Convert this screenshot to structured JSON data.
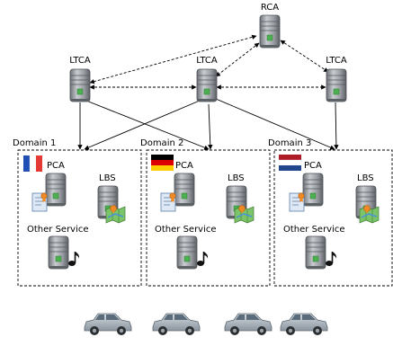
{
  "nodes": {
    "rca": "RCA",
    "ltca_left": "LTCA",
    "ltca_center": "LTCA",
    "ltca_right": "LTCA"
  },
  "domains": [
    {
      "title": "Domain 1",
      "flag": "France",
      "pca": "PCA",
      "lbs": "LBS",
      "other": "Other Service"
    },
    {
      "title": "Domain 2",
      "flag": "Germany",
      "pca": "PCA",
      "lbs": "LBS",
      "other": "Other Service"
    },
    {
      "title": "Domain 3",
      "flag": "Netherlands",
      "pca": "PCA",
      "lbs": "LBS",
      "other": "Other Service"
    }
  ],
  "colors": {
    "server_body": "#9a9ea4",
    "server_led": "#4caf50",
    "flag_fr": [
      "#1f4fb5",
      "#ffffff",
      "#e53935"
    ],
    "flag_de": [
      "#000000",
      "#dd0000",
      "#ffce00"
    ],
    "flag_nl": [
      "#ae1c28",
      "#ffffff",
      "#21468b"
    ],
    "car": "#a9b3bd"
  },
  "icons": [
    "server-icon",
    "document-cert-icon",
    "map-pin-icon",
    "music-note-icon",
    "car-icon",
    "flag-icon"
  ]
}
